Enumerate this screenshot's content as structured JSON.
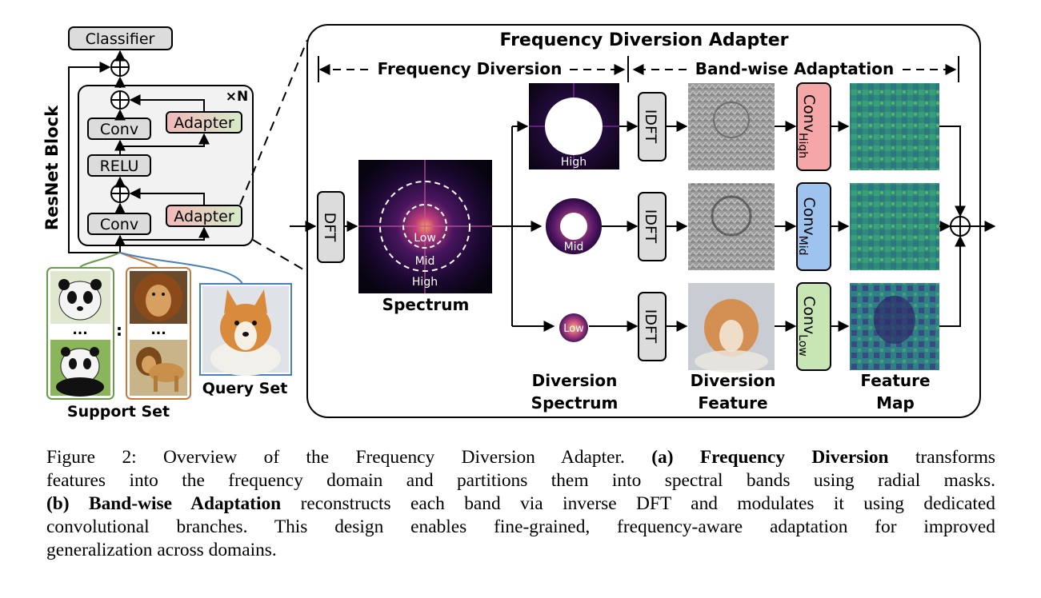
{
  "figure": {
    "left": {
      "classifier_label": "Classifier",
      "n_label": "×N",
      "resnet_label": "ResNet Block",
      "conv_top_label": "Conv",
      "relu_label": "RELU",
      "conv_bottom_label": "Conv",
      "adapter_top_label": "Adapter",
      "adapter_bottom_label": "Adapter",
      "ellipsis_1": "...",
      "ellipsis_2": "...",
      "separator": ":",
      "support_label": "Support Set",
      "query_label": "Query Set"
    },
    "panel": {
      "title": "Frequency Diversion Adapter",
      "section_1": "Frequency Diversion",
      "section_2": "Band-wise Adaptation",
      "dft_label": "DFT",
      "spectrum_caption": "Spectrum",
      "spectrum_low": "Low",
      "spectrum_mid": "Mid",
      "spectrum_high": "High",
      "band_high": "High",
      "band_mid": "Mid",
      "band_low": "Low",
      "idft_label": "IDFT",
      "conv_prefix": "Conv",
      "conv_high_sub": "High",
      "conv_mid_sub": "Mid",
      "conv_low_sub": "Low",
      "col1_caption_1": "Diversion",
      "col1_caption_2": "Spectrum",
      "col2_caption_1": "Diversion",
      "col2_caption_2": "Feature",
      "col3_caption_1": "Feature",
      "col3_caption_2": "Map"
    },
    "colors": {
      "box_gray": "#dcdcdc",
      "panel_bg": "#f2f2f2",
      "adapter_red": "#f2b8b8",
      "adapter_green": "#d6ebc8",
      "conv_high": "#f5a6a6",
      "conv_mid": "#9ec3ef",
      "conv_low": "#c8e6b4",
      "support_green": "#6a9b4a",
      "support_orange": "#c87a3a",
      "query_blue": "#4a7fb8"
    }
  },
  "caption": {
    "l1_a": "Figure 2:  Overview of the Frequency Diversion Adapter.  ",
    "l1_b": "(a) Frequency Diversion",
    "l1_c": " transforms",
    "l2": "features into the frequency domain and partitions them into spectral bands using radial masks.",
    "l3_a": "(b) Band-wise Adaptation",
    "l3_b": " reconstructs each band via inverse DFT and modulates it using dedicated",
    "l4": "convolutional branches. This design enables fine-grained, frequency-aware adaptation for improved",
    "l5": "generalization across domains."
  }
}
